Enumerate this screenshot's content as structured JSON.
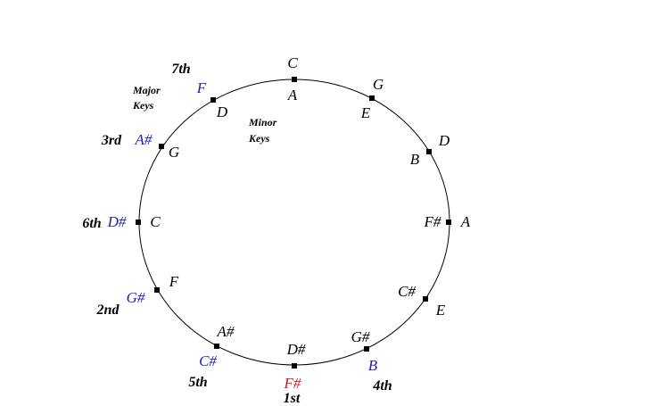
{
  "circle": {
    "positions": [
      {
        "major": "C",
        "minor": "A",
        "degree": "",
        "major_color": "#000000"
      },
      {
        "major": "G",
        "minor": "E",
        "degree": "",
        "major_color": "#000000"
      },
      {
        "major": "D",
        "minor": "B",
        "degree": "",
        "major_color": "#000000"
      },
      {
        "major": "A",
        "minor": "F#",
        "degree": "",
        "major_color": "#000000"
      },
      {
        "major": "E",
        "minor": "C#",
        "degree": "",
        "major_color": "#000000"
      },
      {
        "major": "B",
        "minor": "G#",
        "degree": "4th",
        "major_color": "#1f1fb4"
      },
      {
        "major": "F#",
        "minor": "D#",
        "degree": "1st",
        "major_color": "#d11a1a"
      },
      {
        "major": "C#",
        "minor": "A#",
        "degree": "5th",
        "major_color": "#1f1fb4"
      },
      {
        "major": "G#",
        "minor": "F",
        "degree": "2nd",
        "major_color": "#1f1fb4"
      },
      {
        "major": "D#",
        "minor": "C",
        "degree": "6th",
        "major_color": "#1f1fb4"
      },
      {
        "major": "A#",
        "minor": "G",
        "degree": "3rd",
        "major_color": "#1f1fb4"
      },
      {
        "major": "F",
        "minor": "D",
        "degree": "7th",
        "major_color": "#1f1fb4"
      }
    ]
  },
  "legend": {
    "major_line1": "Major",
    "major_line2": "Keys",
    "minor_line1": "Minor",
    "minor_line2": "Keys"
  }
}
